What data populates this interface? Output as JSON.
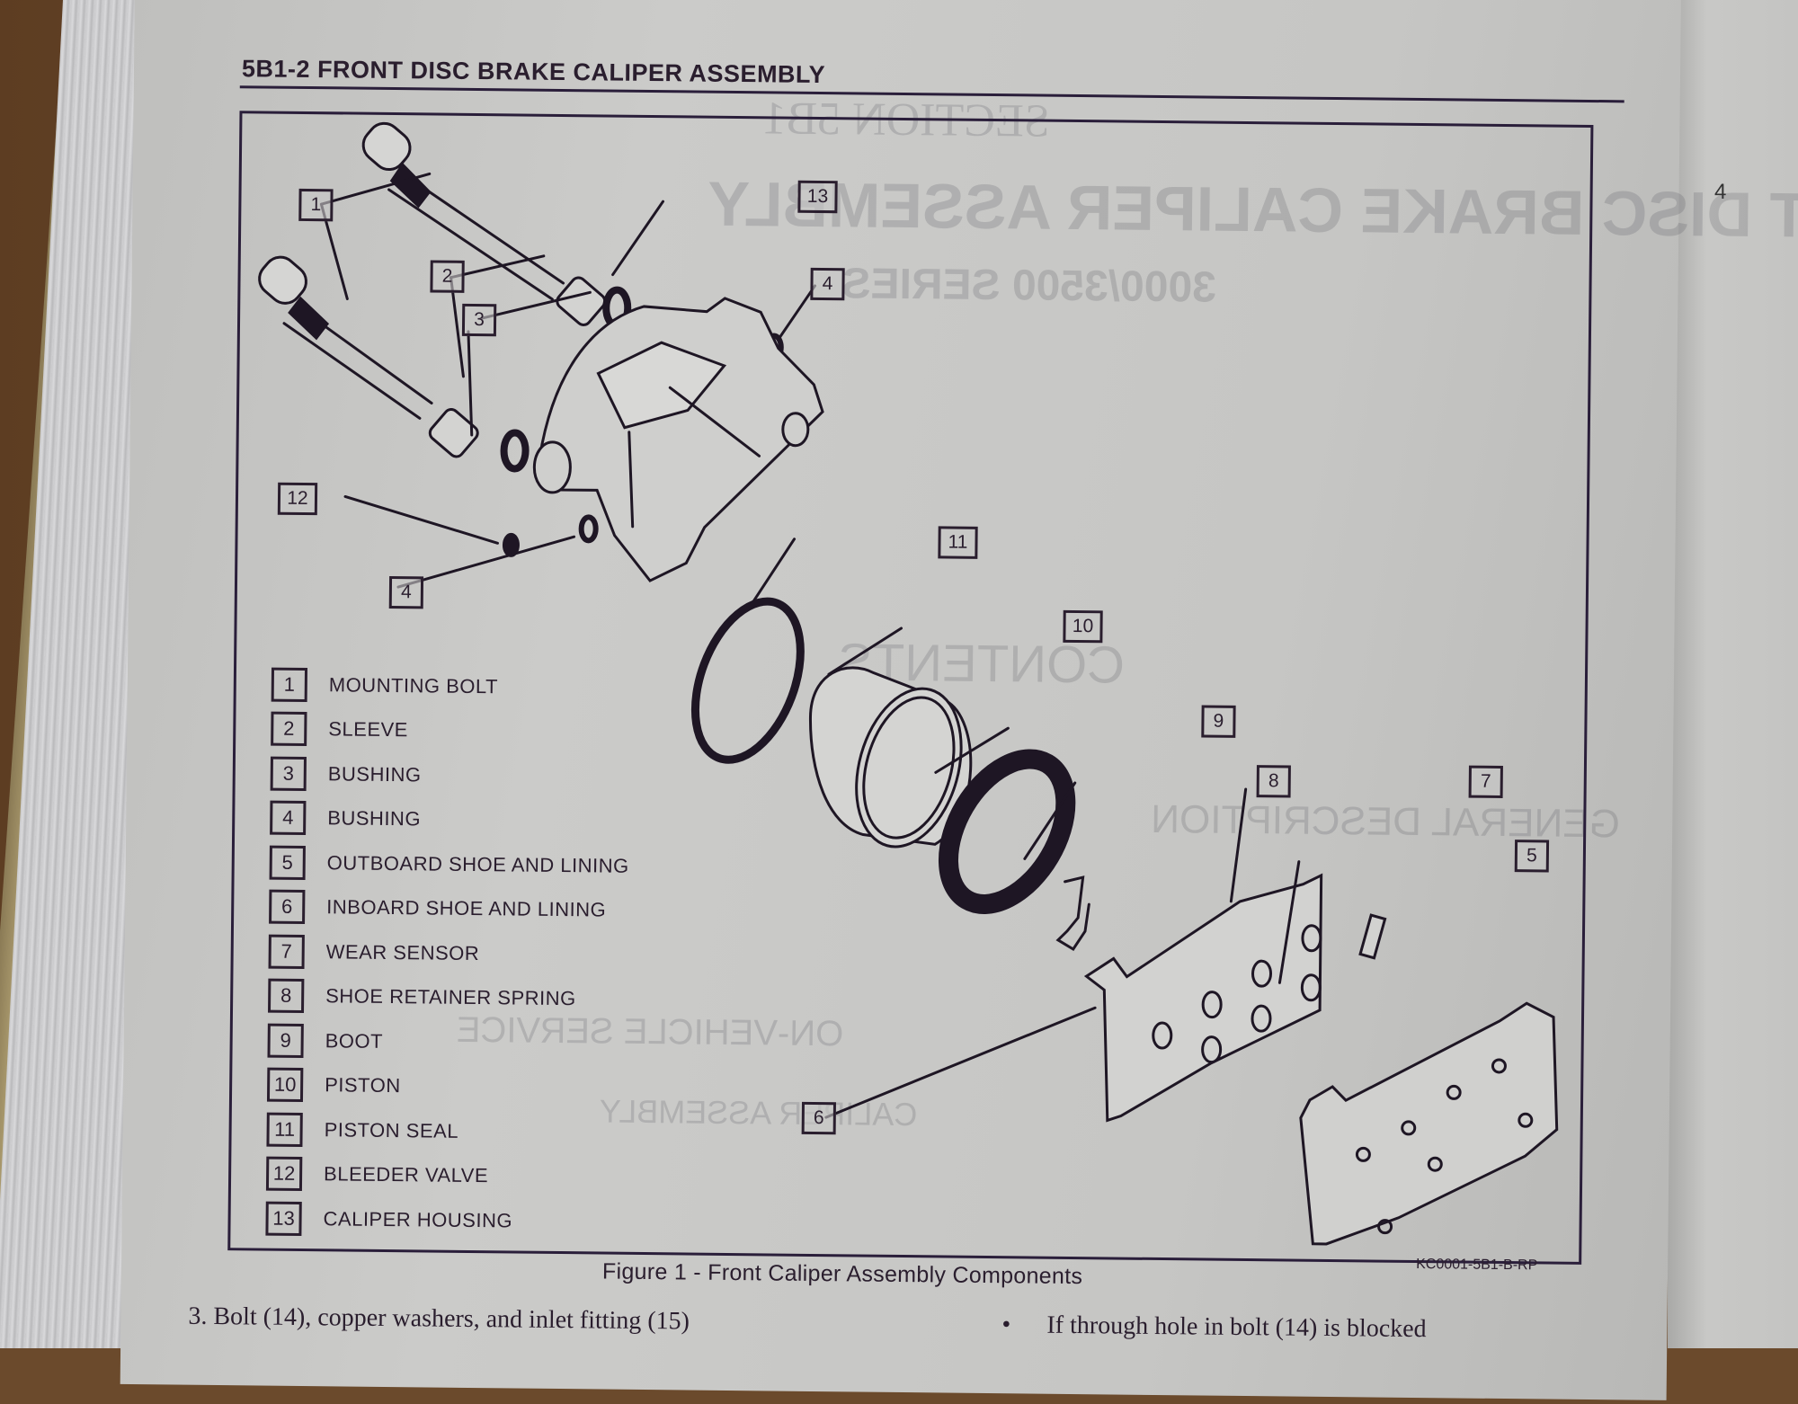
{
  "page": {
    "header": "5B1-2  FRONT DISC BRAKE CALIPER ASSEMBLY",
    "figure_caption": "Figure 1 - Front Caliper Assembly Components",
    "figure_code": "KC0001-5B1-B-RP",
    "body_left": "3.   Bolt (14), copper washers, and inlet fitting (15)",
    "body_right_bullet": "•",
    "body_right": "If through hole in bolt (14) is blocked",
    "next_page_fragment": "4"
  },
  "legend": [
    {
      "num": "1",
      "label": "MOUNTING BOLT"
    },
    {
      "num": "2",
      "label": "SLEEVE"
    },
    {
      "num": "3",
      "label": "BUSHING"
    },
    {
      "num": "4",
      "label": "BUSHING"
    },
    {
      "num": "5",
      "label": "OUTBOARD SHOE AND LINING"
    },
    {
      "num": "6",
      "label": "INBOARD SHOE AND LINING"
    },
    {
      "num": "7",
      "label": "WEAR SENSOR"
    },
    {
      "num": "8",
      "label": "SHOE RETAINER SPRING"
    },
    {
      "num": "9",
      "label": "BOOT"
    },
    {
      "num": "10",
      "label": "PISTON"
    },
    {
      "num": "11",
      "label": "PISTON SEAL"
    },
    {
      "num": "12",
      "label": "BLEEDER VALVE"
    },
    {
      "num": "13",
      "label": "CALIPER HOUSING"
    }
  ],
  "callouts": [
    "1",
    "2",
    "3",
    "4",
    "4",
    "5",
    "6",
    "7",
    "8",
    "9",
    "10",
    "11",
    "12",
    "13"
  ],
  "bleed_through": [
    "SECTION 5B1",
    "FRONT DISC BRAKE CALIPER ASSEMBLY",
    "3000/3500 SERIES",
    "CONTENTS",
    "GENERAL DESCRIPTION",
    "ON-VEHICLE SERVICE",
    "CALIPER ASSEMBLY"
  ]
}
